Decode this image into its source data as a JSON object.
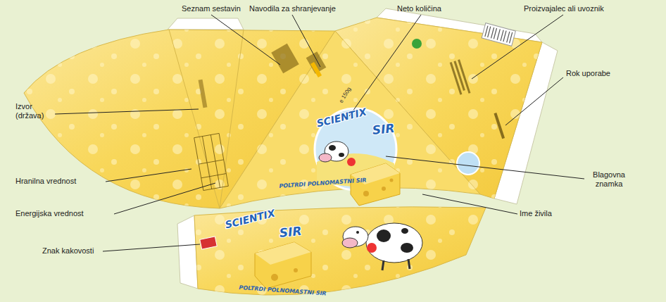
{
  "diagram": {
    "labels": [
      "Seznam sestavin",
      "Navodila za shranjevanje",
      "Neto količina",
      "Proizvajalec ali uvoznik",
      "Izvor (država)",
      "Rok uporabe",
      "Hranilna vrednost",
      "Blagovna znamka",
      "Energijska vrednost",
      "Ime živila",
      "Znak kakovosti",
      "SCIENTIX",
      "SIR",
      "POLTRDI POLNOMASTNI SIR",
      "e 150g",
      "SCIENTIX",
      "SIR",
      "POLTRDI POLNOMASTNI SIR"
    ]
  }
}
